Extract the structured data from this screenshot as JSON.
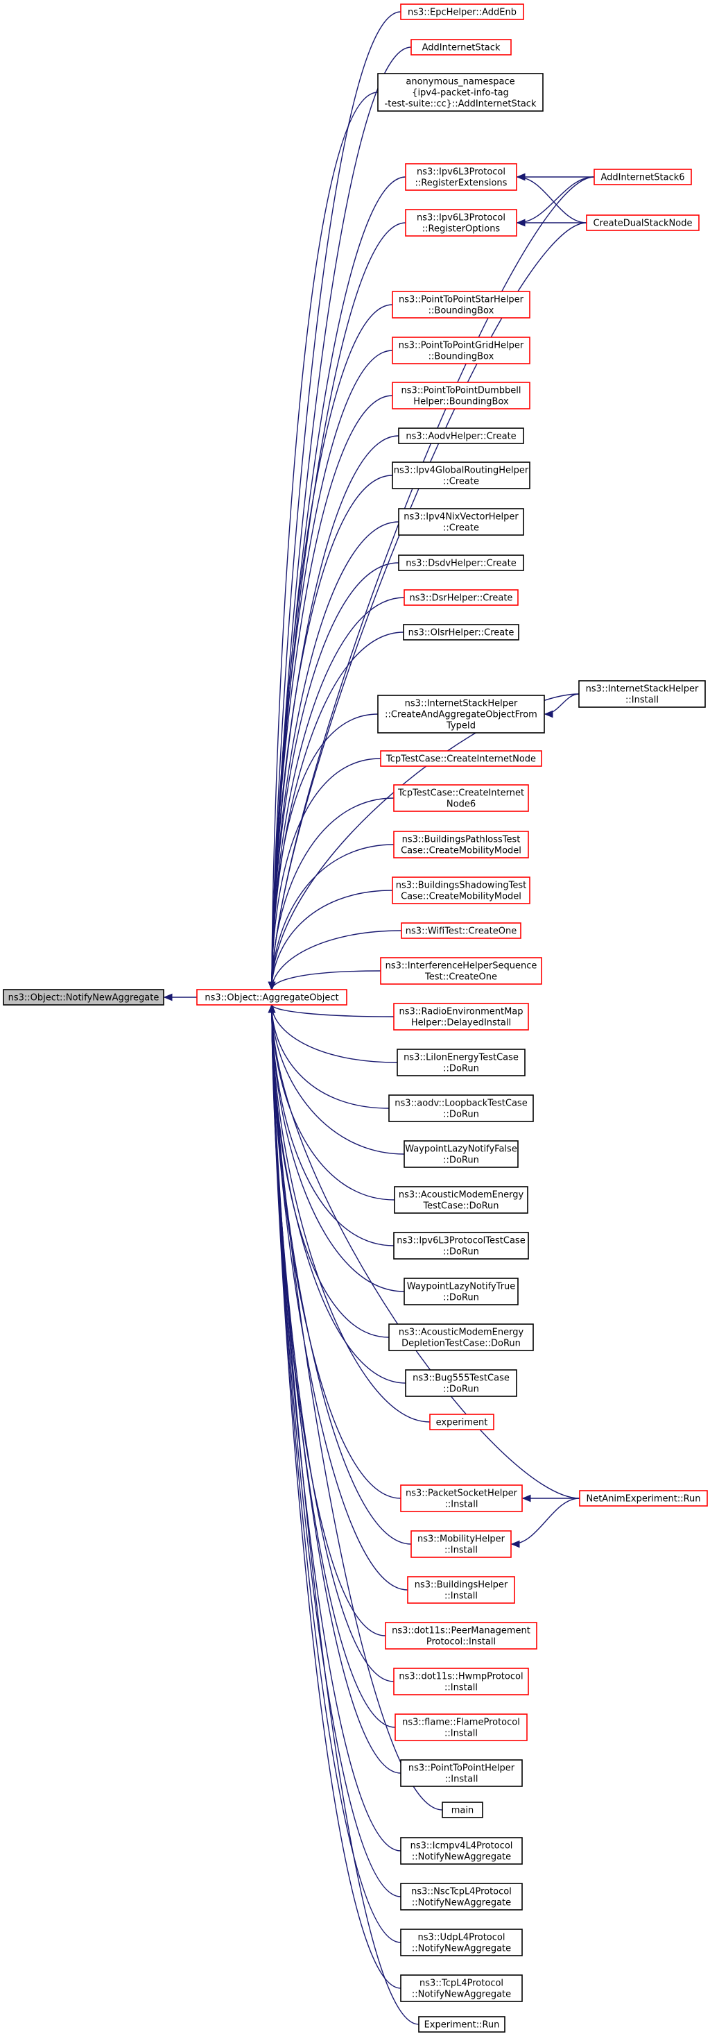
{
  "diagram": {
    "colors": {
      "edge": "#191970",
      "red_border": "#ff0000",
      "black_border": "#000000",
      "focus_fill": "#bfbfbf",
      "node_fill": "#ffffff"
    },
    "nodes": [
      {
        "id": "notify",
        "lines": [
          "ns3::Object::NotifyNewAggregate"
        ],
        "style": "focus"
      },
      {
        "id": "aggregate",
        "lines": [
          "ns3::Object::AggregateObject"
        ],
        "style": "red"
      },
      {
        "id": "epc",
        "lines": [
          "ns3::EpcHelper::AddEnb"
        ],
        "style": "red"
      },
      {
        "id": "addstack",
        "lines": [
          "AddInternetStack"
        ],
        "style": "red"
      },
      {
        "id": "anon",
        "lines": [
          "anonymous_namespace",
          "{ipv4-packet-info-tag",
          "-test-suite::cc}::AddInternetStack"
        ],
        "style": "black"
      },
      {
        "id": "regext",
        "lines": [
          "ns3::Ipv6L3Protocol",
          "::RegisterExtensions"
        ],
        "style": "red"
      },
      {
        "id": "regopt",
        "lines": [
          "ns3::Ipv6L3Protocol",
          "::RegisterOptions"
        ],
        "style": "red"
      },
      {
        "id": "star",
        "lines": [
          "ns3::PointToPointStarHelper",
          "::BoundingBox"
        ],
        "style": "red"
      },
      {
        "id": "grid",
        "lines": [
          "ns3::PointToPointGridHelper",
          "::BoundingBox"
        ],
        "style": "red"
      },
      {
        "id": "dumbbell",
        "lines": [
          "ns3::PointToPointDumbbell",
          "Helper::BoundingBox"
        ],
        "style": "red"
      },
      {
        "id": "aodv",
        "lines": [
          "ns3::AodvHelper::Create"
        ],
        "style": "black"
      },
      {
        "id": "ipv4gr",
        "lines": [
          "ns3::Ipv4GlobalRoutingHelper",
          "::Create"
        ],
        "style": "black"
      },
      {
        "id": "nix",
        "lines": [
          "ns3::Ipv4NixVectorHelper",
          "::Create"
        ],
        "style": "black"
      },
      {
        "id": "dsdv",
        "lines": [
          "ns3::DsdvHelper::Create"
        ],
        "style": "black"
      },
      {
        "id": "dsr",
        "lines": [
          "ns3::DsrHelper::Create"
        ],
        "style": "red"
      },
      {
        "id": "olsr",
        "lines": [
          "ns3::OlsrHelper::Create"
        ],
        "style": "black"
      },
      {
        "id": "isCreate",
        "lines": [
          "ns3::InternetStackHelper",
          "::CreateAndAggregateObjectFrom",
          "TypeId"
        ],
        "style": "black"
      },
      {
        "id": "tcpNode",
        "lines": [
          "TcpTestCase::CreateInternetNode"
        ],
        "style": "red"
      },
      {
        "id": "tcpNode6",
        "lines": [
          "TcpTestCase::CreateInternet",
          "Node6"
        ],
        "style": "red"
      },
      {
        "id": "bpath",
        "lines": [
          "ns3::BuildingsPathlossTest",
          "Case::CreateMobilityModel"
        ],
        "style": "red"
      },
      {
        "id": "bshadow",
        "lines": [
          "ns3::BuildingsShadowingTest",
          "Case::CreateMobilityModel"
        ],
        "style": "red"
      },
      {
        "id": "wifi",
        "lines": [
          "ns3::WifiTest::CreateOne"
        ],
        "style": "red"
      },
      {
        "id": "interf",
        "lines": [
          "ns3::InterferenceHelperSequence",
          "Test::CreateOne"
        ],
        "style": "red"
      },
      {
        "id": "radio",
        "lines": [
          "ns3::RadioEnvironmentMap",
          "Helper::DelayedInstall"
        ],
        "style": "red"
      },
      {
        "id": "liion",
        "lines": [
          "ns3::LiIonEnergyTestCase",
          "::DoRun"
        ],
        "style": "black"
      },
      {
        "id": "loopback",
        "lines": [
          "ns3::aodv::LoopbackTestCase",
          "::DoRun"
        ],
        "style": "black"
      },
      {
        "id": "wpFalse",
        "lines": [
          "WaypointLazyNotifyFalse",
          "::DoRun"
        ],
        "style": "black"
      },
      {
        "id": "acoustic",
        "lines": [
          "ns3::AcousticModemEnergy",
          "TestCase::DoRun"
        ],
        "style": "black"
      },
      {
        "id": "ipv6test",
        "lines": [
          "ns3::Ipv6L3ProtocolTestCase",
          "::DoRun"
        ],
        "style": "black"
      },
      {
        "id": "wpTrue",
        "lines": [
          "WaypointLazyNotifyTrue",
          "::DoRun"
        ],
        "style": "black"
      },
      {
        "id": "acousticDep",
        "lines": [
          "ns3::AcousticModemEnergy",
          "DepletionTestCase::DoRun"
        ],
        "style": "black"
      },
      {
        "id": "bug555",
        "lines": [
          "ns3::Bug555TestCase",
          "::DoRun"
        ],
        "style": "black"
      },
      {
        "id": "experiment",
        "lines": [
          "experiment"
        ],
        "style": "red"
      },
      {
        "id": "packetSock",
        "lines": [
          "ns3::PacketSocketHelper",
          "::Install"
        ],
        "style": "red"
      },
      {
        "id": "mobility",
        "lines": [
          "ns3::MobilityHelper",
          "::Install"
        ],
        "style": "red"
      },
      {
        "id": "buildings",
        "lines": [
          "ns3::BuildingsHelper",
          "::Install"
        ],
        "style": "red"
      },
      {
        "id": "peer",
        "lines": [
          "ns3::dot11s::PeerManagement",
          "Protocol::Install"
        ],
        "style": "red"
      },
      {
        "id": "hwmp",
        "lines": [
          "ns3::dot11s::HwmpProtocol",
          "::Install"
        ],
        "style": "red"
      },
      {
        "id": "flame",
        "lines": [
          "ns3::flame::FlameProtocol",
          "::Install"
        ],
        "style": "red"
      },
      {
        "id": "p2p",
        "lines": [
          "ns3::PointToPointHelper",
          "::Install"
        ],
        "style": "black"
      },
      {
        "id": "main",
        "lines": [
          "main"
        ],
        "style": "black"
      },
      {
        "id": "icmp",
        "lines": [
          "ns3::Icmpv4L4Protocol",
          "::NotifyNewAggregate"
        ],
        "style": "black"
      },
      {
        "id": "nsc",
        "lines": [
          "ns3::NscTcpL4Protocol",
          "::NotifyNewAggregate"
        ],
        "style": "black"
      },
      {
        "id": "udp",
        "lines": [
          "ns3::UdpL4Protocol",
          "::NotifyNewAggregate"
        ],
        "style": "black"
      },
      {
        "id": "tcp",
        "lines": [
          "ns3::TcpL4Protocol",
          "::NotifyNewAggregate"
        ],
        "style": "black"
      },
      {
        "id": "expRun",
        "lines": [
          "Experiment::Run"
        ],
        "style": "black"
      },
      {
        "id": "addstack6",
        "lines": [
          "AddInternetStack6"
        ],
        "style": "red"
      },
      {
        "id": "dualstack",
        "lines": [
          "CreateDualStackNode"
        ],
        "style": "red"
      },
      {
        "id": "isInstall",
        "lines": [
          "ns3::InternetStackHelper",
          "::Install"
        ],
        "style": "black"
      },
      {
        "id": "netanim",
        "lines": [
          "NetAnimExperiment::Run"
        ],
        "style": "red"
      }
    ],
    "edges": [
      {
        "from": "aggregate",
        "to": "notify"
      },
      {
        "from": "epc",
        "to": "aggregate"
      },
      {
        "from": "addstack",
        "to": "aggregate"
      },
      {
        "from": "anon",
        "to": "aggregate"
      },
      {
        "from": "regext",
        "to": "aggregate"
      },
      {
        "from": "regopt",
        "to": "aggregate"
      },
      {
        "from": "addstack6",
        "to": "aggregate"
      },
      {
        "from": "dualstack",
        "to": "aggregate"
      },
      {
        "from": "star",
        "to": "aggregate"
      },
      {
        "from": "grid",
        "to": "aggregate"
      },
      {
        "from": "dumbbell",
        "to": "aggregate"
      },
      {
        "from": "aodv",
        "to": "aggregate"
      },
      {
        "from": "ipv4gr",
        "to": "aggregate"
      },
      {
        "from": "nix",
        "to": "aggregate"
      },
      {
        "from": "dsdv",
        "to": "aggregate"
      },
      {
        "from": "dsr",
        "to": "aggregate"
      },
      {
        "from": "olsr",
        "to": "aggregate"
      },
      {
        "from": "isInstall",
        "to": "aggregate"
      },
      {
        "from": "isCreate",
        "to": "aggregate"
      },
      {
        "from": "tcpNode",
        "to": "aggregate"
      },
      {
        "from": "tcpNode6",
        "to": "aggregate"
      },
      {
        "from": "bpath",
        "to": "aggregate"
      },
      {
        "from": "bshadow",
        "to": "aggregate"
      },
      {
        "from": "wifi",
        "to": "aggregate"
      },
      {
        "from": "interf",
        "to": "aggregate"
      },
      {
        "from": "radio",
        "to": "aggregate"
      },
      {
        "from": "liion",
        "to": "aggregate"
      },
      {
        "from": "loopback",
        "to": "aggregate"
      },
      {
        "from": "wpFalse",
        "to": "aggregate"
      },
      {
        "from": "acoustic",
        "to": "aggregate"
      },
      {
        "from": "ipv6test",
        "to": "aggregate"
      },
      {
        "from": "wpTrue",
        "to": "aggregate"
      },
      {
        "from": "acousticDep",
        "to": "aggregate"
      },
      {
        "from": "bug555",
        "to": "aggregate"
      },
      {
        "from": "experiment",
        "to": "aggregate"
      },
      {
        "from": "netanim",
        "to": "aggregate"
      },
      {
        "from": "packetSock",
        "to": "aggregate"
      },
      {
        "from": "mobility",
        "to": "aggregate"
      },
      {
        "from": "buildings",
        "to": "aggregate"
      },
      {
        "from": "peer",
        "to": "aggregate"
      },
      {
        "from": "hwmp",
        "to": "aggregate"
      },
      {
        "from": "flame",
        "to": "aggregate"
      },
      {
        "from": "p2p",
        "to": "aggregate"
      },
      {
        "from": "main",
        "to": "aggregate"
      },
      {
        "from": "icmp",
        "to": "aggregate"
      },
      {
        "from": "nsc",
        "to": "aggregate"
      },
      {
        "from": "udp",
        "to": "aggregate"
      },
      {
        "from": "tcp",
        "to": "aggregate"
      },
      {
        "from": "expRun",
        "to": "aggregate"
      },
      {
        "from": "addstack6",
        "to": "regext"
      },
      {
        "from": "dualstack",
        "to": "regext"
      },
      {
        "from": "addstack6",
        "to": "regopt"
      },
      {
        "from": "dualstack",
        "to": "regopt"
      },
      {
        "from": "isInstall",
        "to": "isCreate"
      },
      {
        "from": "netanim",
        "to": "packetSock"
      },
      {
        "from": "netanim",
        "to": "mobility"
      }
    ]
  }
}
